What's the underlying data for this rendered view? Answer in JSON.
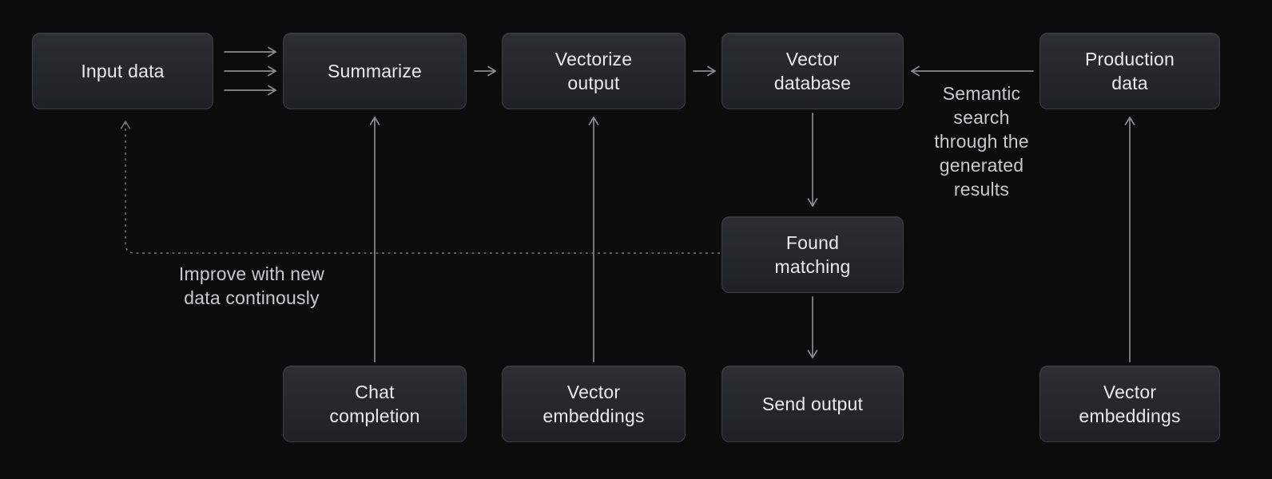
{
  "colors": {
    "background": "#0c0c0d",
    "box_bg_top": "#2c2e32",
    "box_bg_bottom": "#202125",
    "box_border": "#3d3f44",
    "box_text": "#e8eaec",
    "arrow": "#8a8c8f",
    "arrow_dashed": "#737577",
    "annotation_text": "#c7c9cb"
  },
  "nodes": {
    "input_data": {
      "lines": [
        "Input data"
      ]
    },
    "summarize": {
      "lines": [
        "Summarize"
      ]
    },
    "vectorize_output": {
      "lines": [
        "Vectorize",
        "output"
      ]
    },
    "vector_database": {
      "lines": [
        "Vector",
        "database"
      ]
    },
    "production_data": {
      "lines": [
        "Production",
        "data"
      ]
    },
    "found_matching": {
      "lines": [
        "Found",
        "matching"
      ]
    },
    "chat_completion": {
      "lines": [
        "Chat",
        "completion"
      ]
    },
    "vector_embeddings_left": {
      "lines": [
        "Vector",
        "embeddings"
      ]
    },
    "send_output": {
      "lines": [
        "Send output"
      ]
    },
    "vector_embeddings_right": {
      "lines": [
        "Vector",
        "embeddings"
      ]
    }
  },
  "annotations": {
    "semantic_search": {
      "lines": [
        "Semantic",
        "search",
        "through the",
        "generated",
        "results"
      ]
    },
    "improve": {
      "lines": [
        "Improve with new",
        "data continously"
      ]
    }
  },
  "edges": [
    {
      "from": "input_data",
      "to": "summarize",
      "style": "triple-solid"
    },
    {
      "from": "summarize",
      "to": "vectorize_output",
      "style": "solid"
    },
    {
      "from": "vectorize_output",
      "to": "vector_database",
      "style": "solid"
    },
    {
      "from": "production_data",
      "to": "vector_database",
      "style": "solid",
      "label": "Semantic search through the generated results"
    },
    {
      "from": "vector_database",
      "to": "found_matching",
      "style": "solid"
    },
    {
      "from": "found_matching",
      "to": "send_output",
      "style": "solid"
    },
    {
      "from": "chat_completion",
      "to": "summarize",
      "style": "solid"
    },
    {
      "from": "vector_embeddings_left",
      "to": "vectorize_output",
      "style": "solid"
    },
    {
      "from": "vector_embeddings_right",
      "to": "production_data",
      "style": "solid"
    },
    {
      "from": "found_matching",
      "to": "input_data",
      "style": "dashed",
      "label": "Improve with new data continously"
    }
  ]
}
